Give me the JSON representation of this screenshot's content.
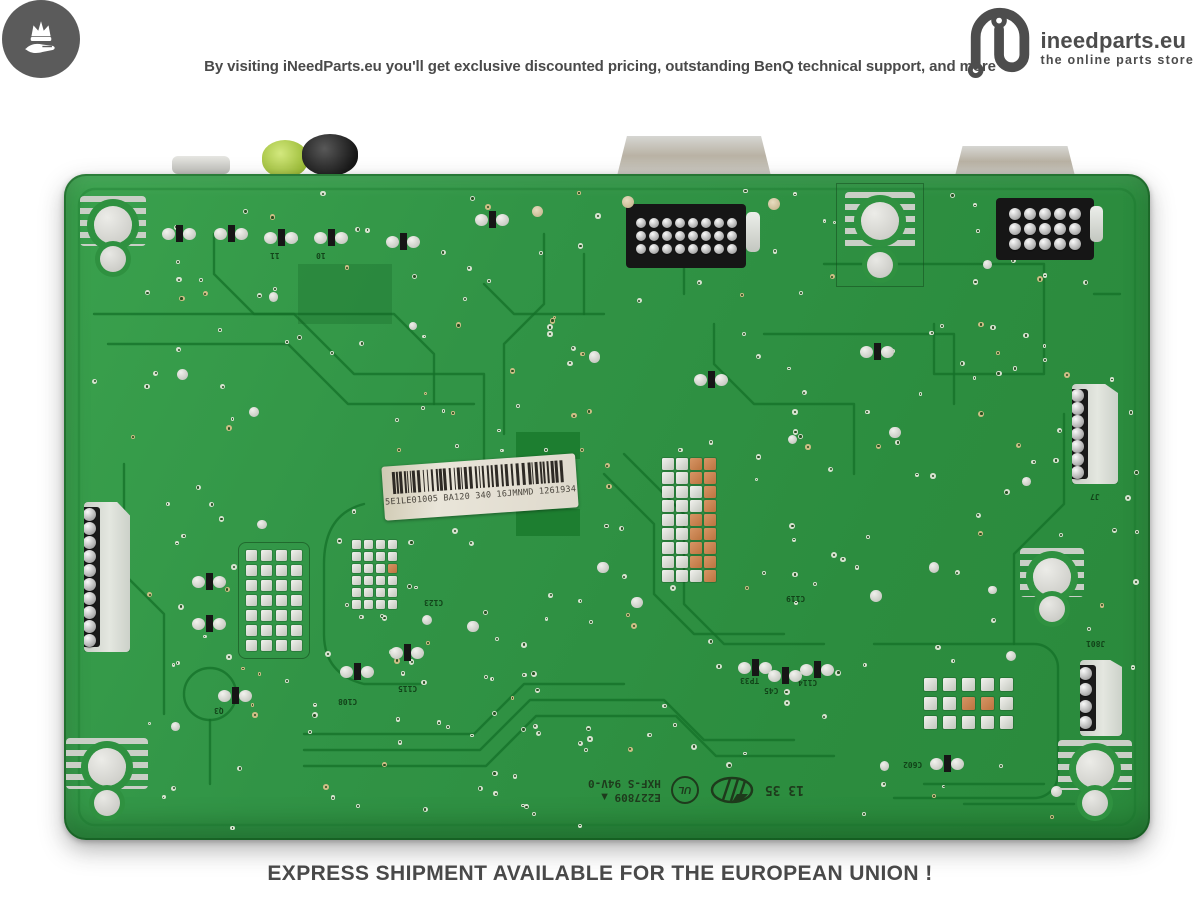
{
  "header": {
    "badge_icon": "crown-in-hand",
    "promo_text": "By visiting iNeedParts.eu you'll get exclusive discounted pricing, outstanding BenQ technical support, and more",
    "brand": {
      "name": "ineedparts.eu",
      "tagline": "the online parts store"
    }
  },
  "product_photo": {
    "label_sticker": {
      "barcode_icon": "barcode",
      "text": "5E1LE01005 BA120 340 16JMNMD 1261934"
    },
    "board_markings": {
      "date_code": "13 35",
      "ul_text": "UL",
      "cert_number": "E227809",
      "triangle_mark": "▲",
      "flammability": "HXF-S 94V-0"
    },
    "silkscreen_labels": [
      "C108",
      "C115",
      "C123",
      "TP33",
      "C45",
      "C114",
      "C119",
      "C602",
      "J801",
      "J7",
      "11",
      "10",
      "Q3"
    ]
  },
  "footer": {
    "shipping_text": "EXPRESS SHIPMENT AVAILABLE FOR THE EUROPEAN UNION !"
  },
  "colors": {
    "board_green": "#2f9140",
    "text_gray": "#4a4a4a",
    "pad_orange": "#c8824f"
  }
}
